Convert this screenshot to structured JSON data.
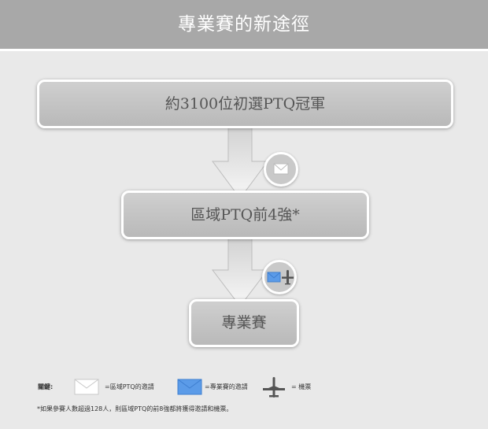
{
  "header": {
    "title": "專業賽的新途徑"
  },
  "flow": {
    "step1": "約3100位初選PTQ冠軍",
    "step2": "區域PTQ前4強*",
    "step3": "專業賽"
  },
  "badges": {
    "first": {
      "icons": [
        "envelope-white-icon"
      ]
    },
    "second": {
      "icons": [
        "envelope-blue-icon",
        "airplane-icon"
      ]
    }
  },
  "legend": {
    "title": "關鍵:",
    "items": [
      {
        "icon": "envelope-white-icon",
        "label": "=區域PTQ的邀請"
      },
      {
        "icon": "envelope-blue-icon",
        "label": "=專業賽的邀請"
      },
      {
        "icon": "airplane-icon",
        "label": "= 機票"
      }
    ]
  },
  "footnote": "*如果參賽人數超過128人，則區域PTQ的前8強都將獲得邀請和機票。",
  "colors": {
    "header_bg": "#a8a8a8",
    "page_bg": "#e9e9e9",
    "box_fill": "#c4c4c4",
    "envelope_blue": "#5b9be8",
    "plane": "#555555"
  }
}
